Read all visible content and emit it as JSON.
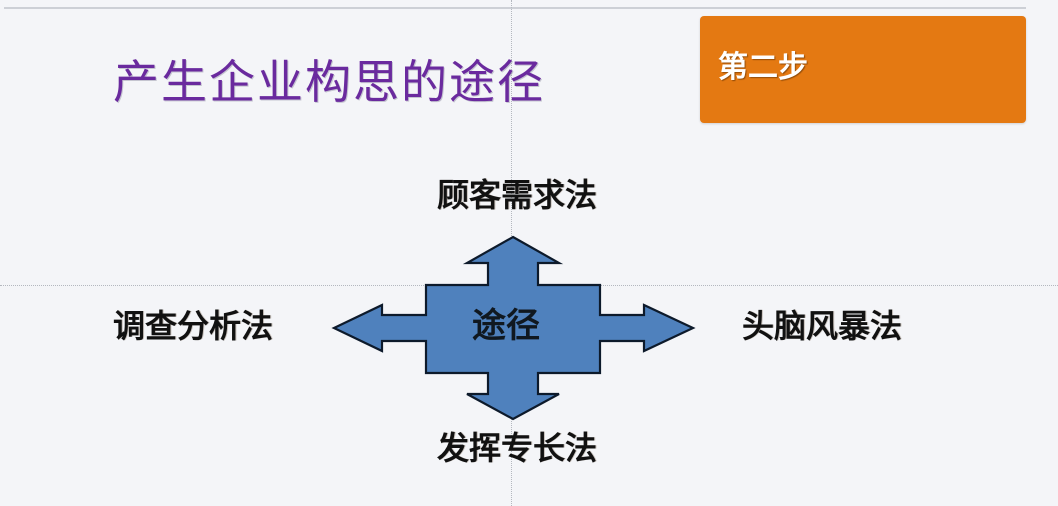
{
  "slide": {
    "title": "产生企业构思的途径",
    "step_badge": {
      "label": "第二步",
      "color": "#e47912"
    },
    "diagram": {
      "center": "途径",
      "arrow_color": "#4f81bd",
      "arrow_outline": "#0d1a2b",
      "directions": {
        "top": "顾客需求法",
        "bottom": "发挥专长法",
        "left": "调查分析法",
        "right": "头脑风暴法"
      }
    },
    "colors": {
      "title": "#6a2a9e",
      "background": "#f4f5f8",
      "label_text": "#111111"
    }
  }
}
